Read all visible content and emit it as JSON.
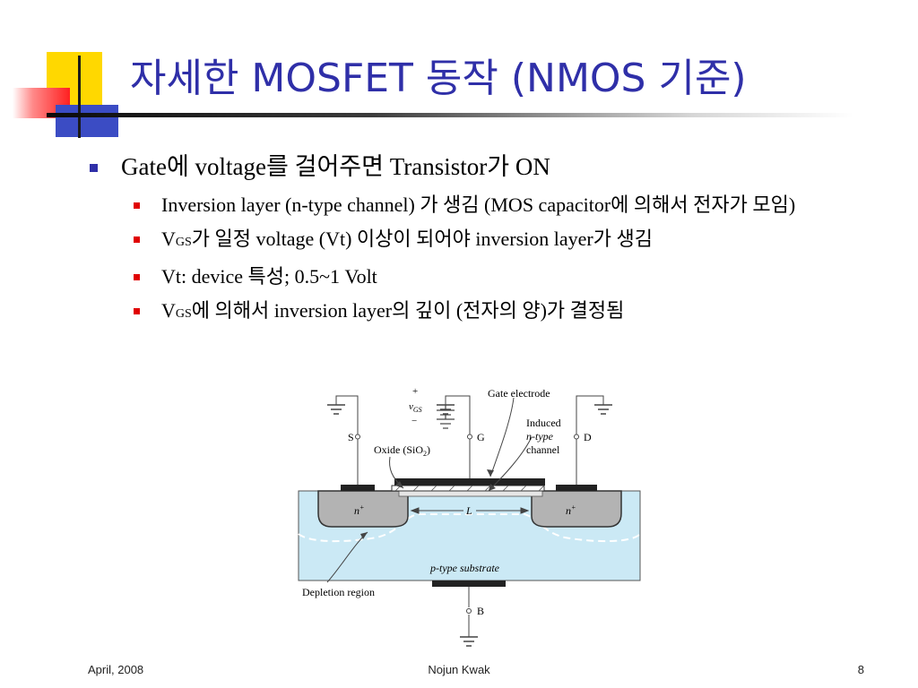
{
  "title": "자세한 MOSFET 동작 (NMOS 기준)",
  "bullets": {
    "b1": "Gate에 voltage를 걸어주면 Transistor가 ON",
    "b2": "Inversion layer (n-type channel) 가 생김 (MOS capacitor에 의해서 전자가 모임)",
    "b3_pre": "V",
    "b3_sub": "GS",
    "b3_post": "가 일정 voltage (Vt) 이상이 되어야 inversion layer가 생김",
    "b4": "Vt: device 특성; 0.5~1 Volt",
    "b5_pre": "V",
    "b5_sub": "GS",
    "b5_post": "에 의해서 inversion layer의 깊이 (전자의 양)가 결정됨"
  },
  "diagram": {
    "plus": "+",
    "minus": "−",
    "vgs_v": "v",
    "vgs_sub": "GS",
    "gate_electrode": "Gate electrode",
    "induced_1": "Induced",
    "induced_2": "n-type",
    "induced_3": "channel",
    "s_label": "S",
    "g_label": "G",
    "d_label": "D",
    "oxide": "Oxide (SiO",
    "oxide_sub": "2",
    "oxide_end": ")",
    "n_plus": "n",
    "plus_sup": "+",
    "length": "L",
    "substrate": "p-type substrate",
    "depletion": "Depletion region",
    "b_label": "B"
  },
  "footer": {
    "date": "April, 2008",
    "author": "Nojun Kwak",
    "page": "8"
  },
  "colors": {
    "title": "#2f2fa8",
    "bullet_l1": "#2f2fa8",
    "bullet_l2": "#e00000",
    "substrate": "#cbe9f5",
    "n_region": "#b3b3b3"
  }
}
